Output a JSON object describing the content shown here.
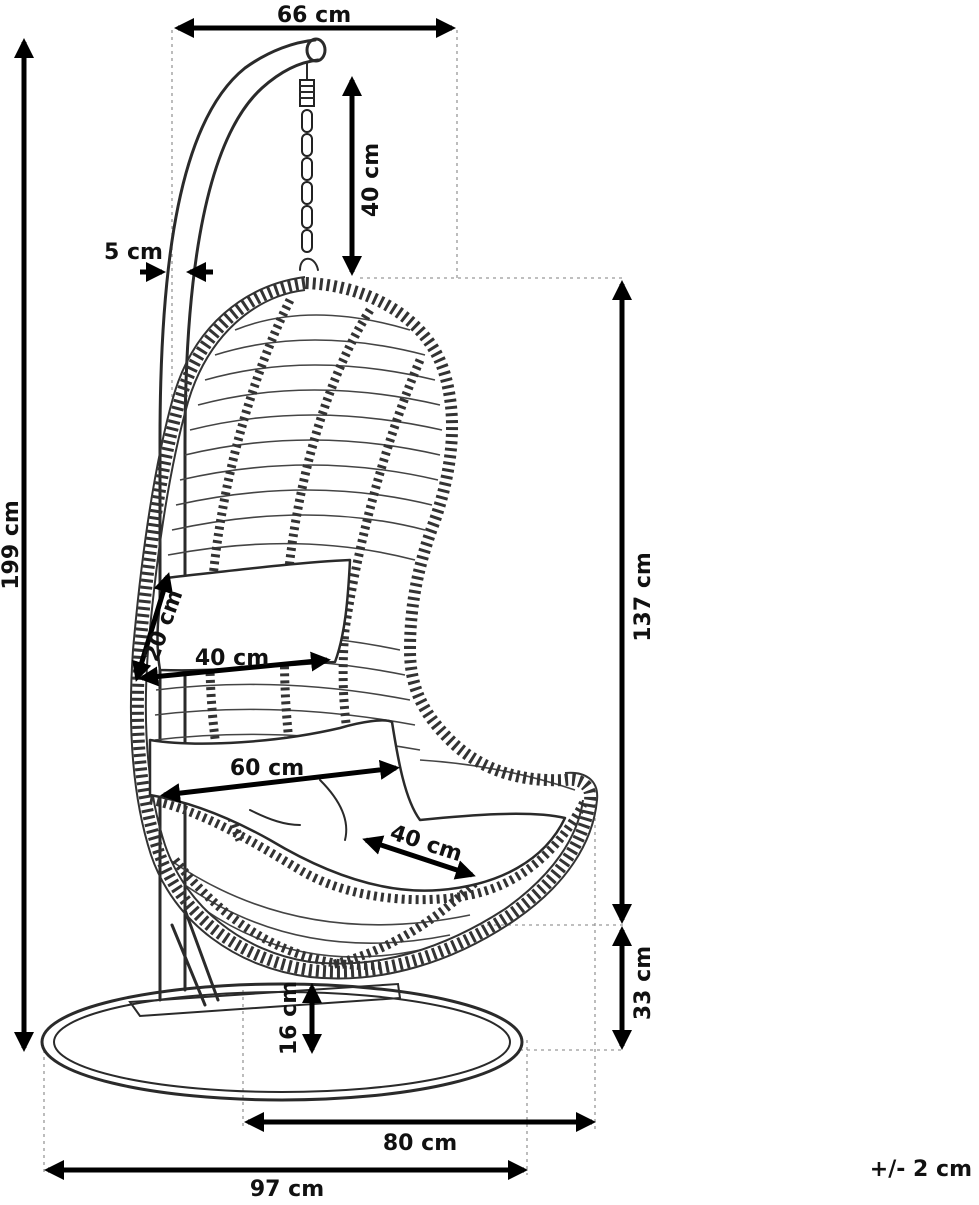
{
  "dimensions": {
    "frame_width": "66 cm",
    "chain_length": "40 cm",
    "tube_diameter": "5 cm",
    "total_height": "199 cm",
    "basket_height": "137 cm",
    "pillow_height": "20 cm",
    "pillow_width": "40 cm",
    "seat_width": "60 cm",
    "seat_depth": "40 cm",
    "seat_clearance": "33 cm",
    "base_clearance": "16 cm",
    "base_depth": "80 cm",
    "base_width": "97 cm"
  },
  "tolerance": "+/- 2 cm"
}
